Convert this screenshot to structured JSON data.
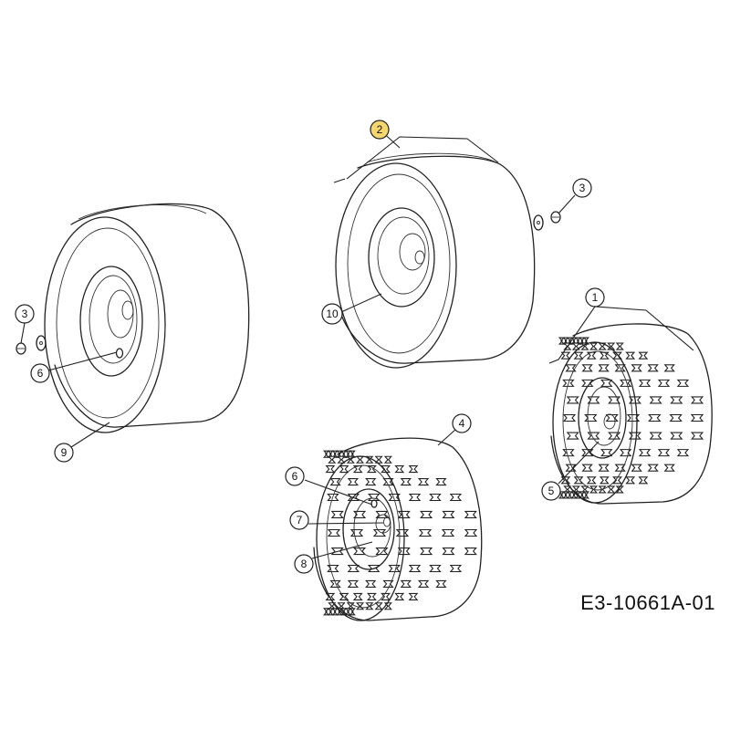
{
  "drawing_id": "E3-10661A-01",
  "colors": {
    "line": "#222222",
    "highlight": "#f5d76e",
    "background": "#ffffff"
  },
  "callouts": {
    "c1": "1",
    "c2": "2",
    "c3a": "3",
    "c3b": "3",
    "c4": "4",
    "c5": "5",
    "c6a": "6",
    "c6b": "6",
    "c7": "7",
    "c8": "8",
    "c9": "9",
    "c10": "10"
  }
}
